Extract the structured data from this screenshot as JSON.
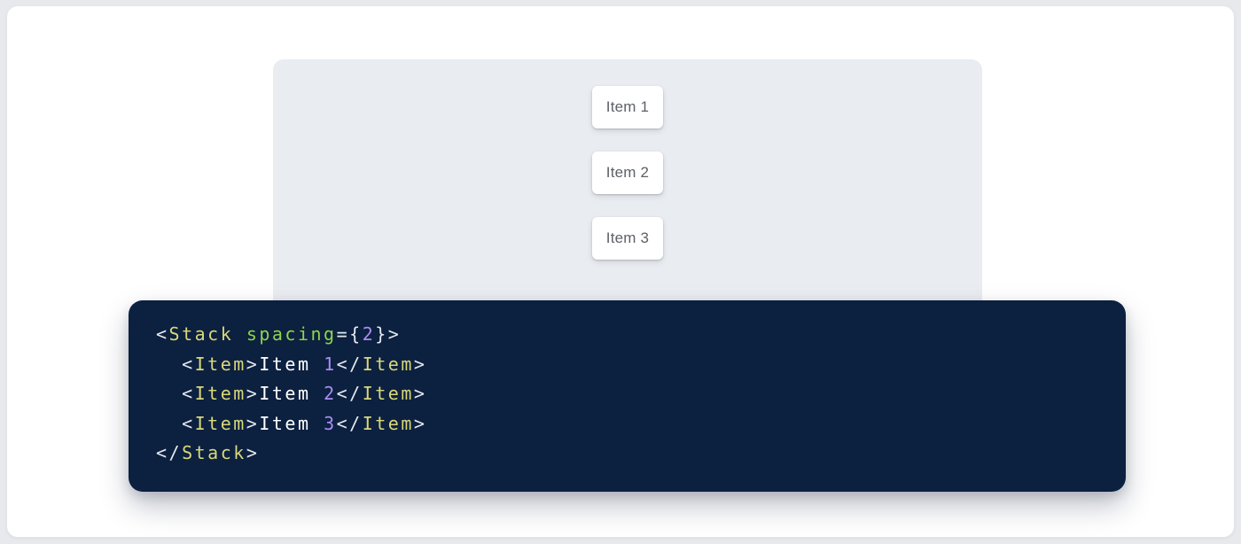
{
  "colors": {
    "page-background": "#e7e9ec",
    "card-background": "#ffffff",
    "card-border": "#e3e5e9",
    "panel-background": "#e9ecf1",
    "item-card-background": "#ffffff",
    "item-text": "#5d6167",
    "code-background": "#0c2040",
    "syntax-tag": "#d9d879",
    "syntax-punct": "#e6e9ed",
    "syntax-attr": "#8fd44b",
    "syntax-num": "#a98df2",
    "syntax-text": "#ffffff"
  },
  "demo": {
    "items": [
      {
        "label": "Item 1"
      },
      {
        "label": "Item 2"
      },
      {
        "label": "Item 3"
      }
    ]
  },
  "code": {
    "lines": [
      [
        [
          "punct",
          "<"
        ],
        [
          "tag",
          "Stack"
        ],
        [
          "punct",
          " "
        ],
        [
          "attr",
          "spacing"
        ],
        [
          "punct",
          "={"
        ],
        [
          "num",
          "2"
        ],
        [
          "punct",
          "}>"
        ]
      ],
      [
        [
          "punct",
          "  <"
        ],
        [
          "tag",
          "Item"
        ],
        [
          "punct",
          ">"
        ],
        [
          "text",
          "Item "
        ],
        [
          "num",
          "1"
        ],
        [
          "punct",
          "</"
        ],
        [
          "tag",
          "Item"
        ],
        [
          "punct",
          ">"
        ]
      ],
      [
        [
          "punct",
          "  <"
        ],
        [
          "tag",
          "Item"
        ],
        [
          "punct",
          ">"
        ],
        [
          "text",
          "Item "
        ],
        [
          "num",
          "2"
        ],
        [
          "punct",
          "</"
        ],
        [
          "tag",
          "Item"
        ],
        [
          "punct",
          ">"
        ]
      ],
      [
        [
          "punct",
          "  <"
        ],
        [
          "tag",
          "Item"
        ],
        [
          "punct",
          ">"
        ],
        [
          "text",
          "Item "
        ],
        [
          "num",
          "3"
        ],
        [
          "punct",
          "</"
        ],
        [
          "tag",
          "Item"
        ],
        [
          "punct",
          ">"
        ]
      ],
      [
        [
          "punct",
          "</"
        ],
        [
          "tag",
          "Stack"
        ],
        [
          "punct",
          ">"
        ]
      ]
    ]
  }
}
